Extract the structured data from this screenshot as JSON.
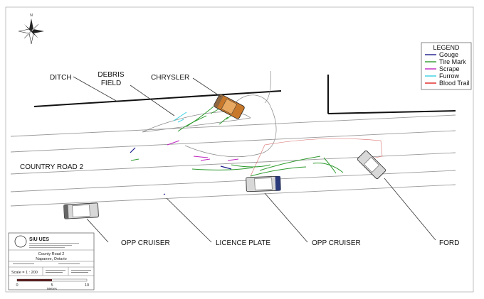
{
  "compass": {
    "north_label": "N"
  },
  "labels": {
    "ditch": "DITCH",
    "debris_line1": "DEBRIS",
    "debris_line2": "FIELD",
    "chrysler": "CHRYSLER",
    "road": "COUNTRY ROAD 2",
    "cruiser_left": "OPP CRUISER",
    "licence_plate": "LICENCE PLATE",
    "cruiser_right": "OPP CRUISER",
    "ford": "FORD"
  },
  "legend": {
    "title": "LEGEND",
    "items": [
      {
        "label": "Gouge",
        "color": "#1c1c8c"
      },
      {
        "label": "Tire Mark",
        "color": "#2e9b2e"
      },
      {
        "label": "Scrape",
        "color": "#c026c0"
      },
      {
        "label": "Furrow",
        "color": "#37d0e0"
      },
      {
        "label": "Blood Trail",
        "color": "#e02020"
      }
    ]
  },
  "title_block": {
    "logo_text": "SIU UES",
    "location_line1": "County Road 2",
    "location_line2": "Napanee, Ontario",
    "scale_text": "Scale = 1 : 200",
    "scale_ticks": [
      "0",
      "5",
      "10"
    ],
    "scale_unit": "Metres"
  },
  "colors": {
    "road": "#9a9a9a",
    "ditch": "#111111",
    "chrysler_body": "#c8782a",
    "vehicle_body": "#d8d8d8"
  }
}
